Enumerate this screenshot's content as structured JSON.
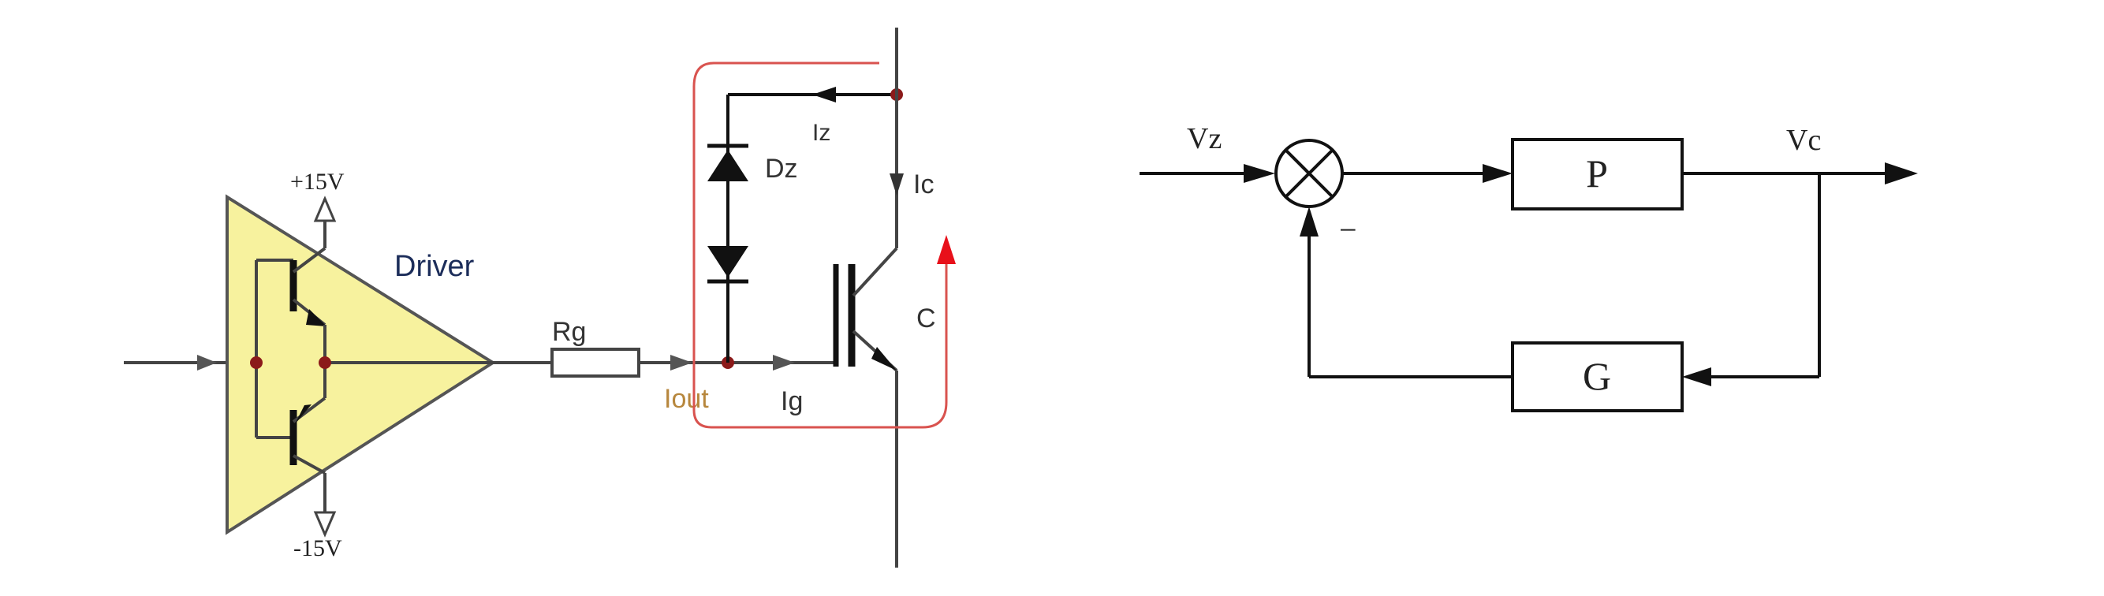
{
  "colors": {
    "driver_fill": "#f7f29e",
    "current_loop": "#d9534f",
    "arrow_red": "#e8101a",
    "node_dot": "#8b1a1a",
    "wire": "#444444",
    "block_wire": "#111111"
  },
  "driver_circuit": {
    "supply_pos": "+15V",
    "supply_neg": "-15V",
    "driver_label": "Driver",
    "rg_label": "Rg",
    "iout_label": "Iout",
    "ig_label": "Ig",
    "iz_label": "Iz",
    "dz_label": "Dz",
    "ic_label": "Ic",
    "c_label": "C"
  },
  "block_diagram": {
    "input_label": "Vz",
    "output_label": "Vc",
    "forward_block": "P",
    "feedback_block": "G",
    "feedback_sign": "−"
  }
}
